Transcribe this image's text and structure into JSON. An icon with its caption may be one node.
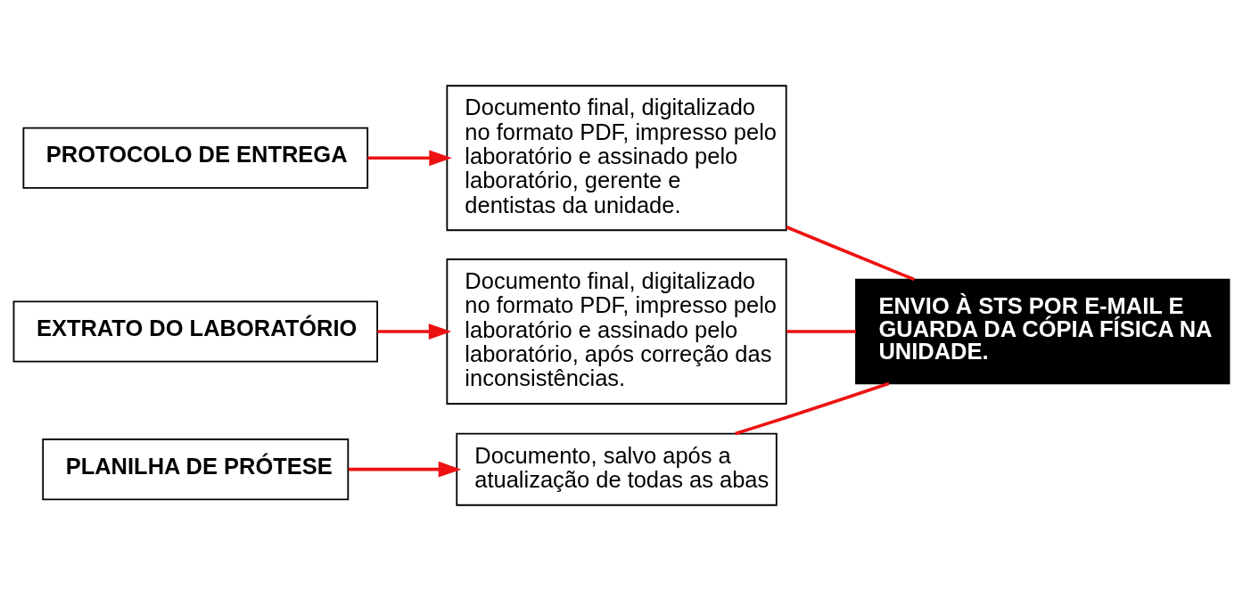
{
  "diagram": {
    "nodes": [
      {
        "text": [
          "PROTOCOLO DE ENTREGA"
        ]
      },
      {
        "text": [
          "Documento final, digitalizado no formato PDF, impresso pelo laboratório e assinado pelo laboratório, gerente e dentistas da unidade."
        ]
      },
      {
        "text": [
          "EXTRATO DO LABORATÓRIO"
        ]
      },
      {
        "text": [
          "Documento final, digitalizado no formato PDF, impresso pelo laboratório e assinado pelo laboratório, após correção das inconsistências."
        ]
      },
      {
        "text": [
          "PLANILHA DE PRÓTESE"
        ]
      },
      {
        "text": [
          "Documento, salvo após a atualização de todas as abas"
        ]
      },
      {
        "text": [
          "ENVIO À STS POR E-MAIL E GUARDA DA CÓPIA FÍSICA NA UNIDADE."
        ]
      }
    ],
    "edges": [
      {
        "from": 0,
        "to": 1,
        "arrow": "to"
      },
      {
        "from": 2,
        "to": 3,
        "arrow": "to"
      },
      {
        "from": 4,
        "to": 5,
        "arrow": "to"
      },
      {
        "from": 1,
        "to": 6,
        "arrow": "none"
      },
      {
        "from": 3,
        "to": 6,
        "arrow": "none"
      },
      {
        "from": 5,
        "to": 6,
        "arrow": "none"
      }
    ]
  }
}
